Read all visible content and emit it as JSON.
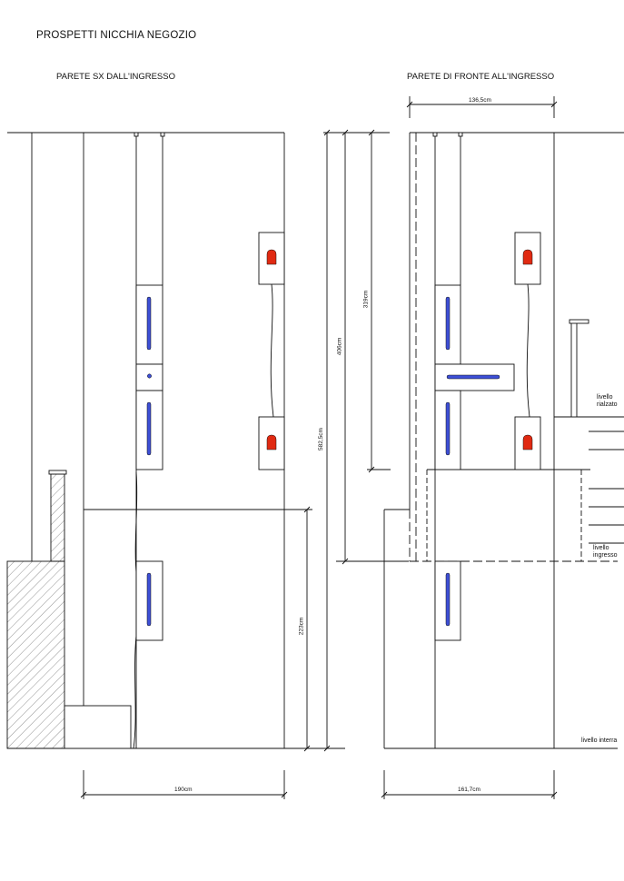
{
  "title": "PROSPETTI NICCHIA NEGOZIO",
  "views": {
    "left": {
      "heading": "PARETE SX DALL'INGRESSO",
      "width_dim": "190cm",
      "height_dim": "223cm"
    },
    "front": {
      "heading": "PARETE DI FRONTE ALL'INGRESSO",
      "top_dim": "136,5cm",
      "bottom_dim": "161,7cm"
    }
  },
  "vertical_dims": {
    "total": "582,5cm",
    "upper": "406cm",
    "top": "319cm"
  },
  "levels": {
    "raised": "livello\nrialzato",
    "entrance": "livello\ningresso",
    "basement": "livello interra"
  },
  "colors": {
    "blue_light": "#3d4fd6",
    "red_light": "#e02a12",
    "line": "#111111",
    "hatch": "#555555"
  }
}
